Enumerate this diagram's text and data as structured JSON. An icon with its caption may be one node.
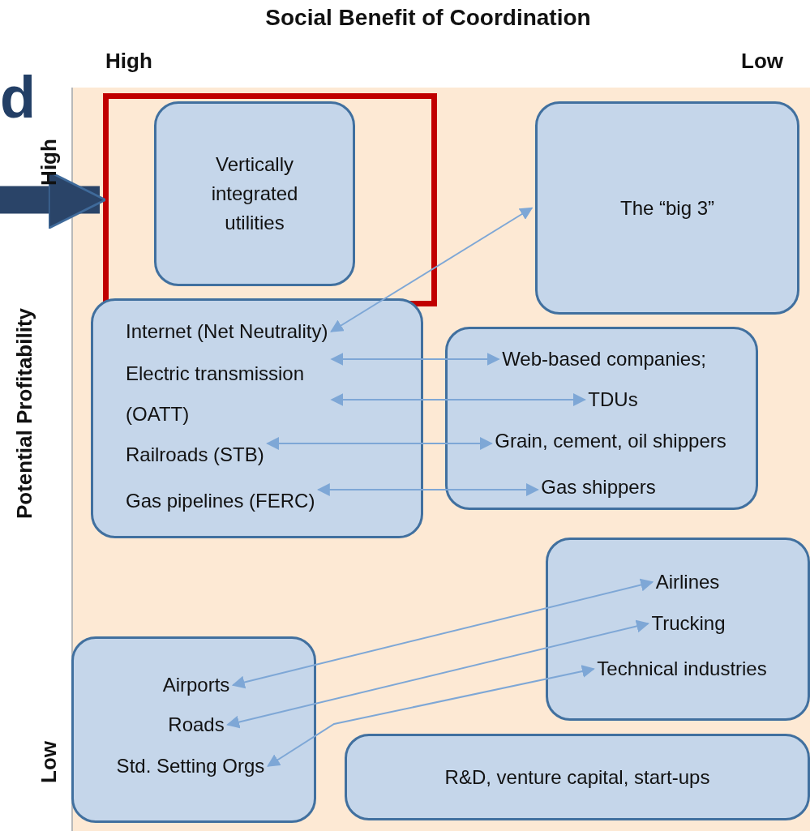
{
  "diagram": {
    "nodes": [
      {
        "text": [],
        "shape": "box"
      },
      {
        "text": [
          "Vertically integrated utilities"
        ],
        "in": 0
      },
      {
        "text": [
          "The “big 3”"
        ]
      },
      {
        "text": [],
        "shape": "box"
      },
      {
        "text": [
          "Internet  (Net Neutrality)"
        ],
        "in": 3
      },
      {
        "text": [
          "Electric transmission (OATT)"
        ],
        "in": 3
      },
      {
        "text": [
          "Railroads (STB)"
        ],
        "in": 3
      },
      {
        "text": [
          "Gas pipelines (FERC)"
        ],
        "in": 3
      },
      {
        "text": [],
        "shape": "box"
      },
      {
        "text": [
          "Web-based companies;"
        ],
        "in": 8
      },
      {
        "text": [
          "TDUs"
        ],
        "in": 8
      },
      {
        "text": [
          "Grain, cement, oil shippers"
        ],
        "in": 8
      },
      {
        "text": [
          "Gas shippers"
        ],
        "in": 8
      },
      {
        "text": [],
        "shape": "box"
      },
      {
        "text": [
          "Airlines"
        ],
        "in": 13
      },
      {
        "text": [
          "Trucking"
        ],
        "in": 13
      },
      {
        "text": [
          "Technical industries"
        ],
        "in": 13
      },
      {
        "text": [],
        "shape": "box"
      },
      {
        "text": [
          "Airports"
        ],
        "in": 17
      },
      {
        "text": [
          "Roads"
        ],
        "in": 17
      },
      {
        "text": [
          "Std. Setting Orgs"
        ],
        "in": 17
      },
      {
        "text": [
          "R&D, venture capital, start-ups"
        ]
      }
    ],
    "edges": [
      {
        "from": null,
        "to": 0,
        "arrow": "to",
        "style": "thick",
        "color": "#2a4468"
      },
      {
        "from": 4,
        "to": 2,
        "arrow": "both"
      },
      {
        "from": 5,
        "to": 9,
        "arrow": "both"
      },
      {
        "from": 5,
        "to": 10,
        "arrow": "both"
      },
      {
        "from": 6,
        "to": 11,
        "arrow": "both"
      },
      {
        "from": 7,
        "to": 12,
        "arrow": "both"
      },
      {
        "from": 18,
        "to": 14,
        "arrow": "both"
      },
      {
        "from": 19,
        "to": 15,
        "arrow": "both"
      },
      {
        "from": 20,
        "to": 16,
        "arrow": "both"
      }
    ],
    "labels": [
      "Social Benefit of Coordination",
      "High",
      "Low",
      "d",
      "High",
      "Potential Profitability",
      "Low"
    ]
  }
}
